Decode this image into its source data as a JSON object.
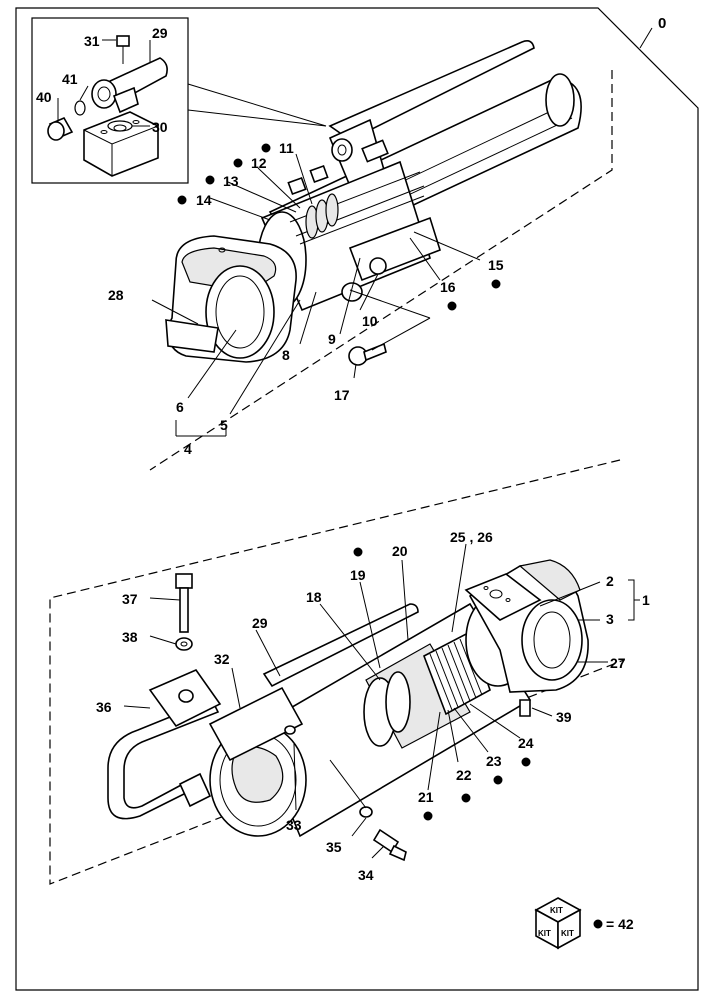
{
  "figure_number": "0",
  "labels": {
    "l1": "1",
    "l2": "2",
    "l3": "3",
    "l4": "4",
    "l5": "5",
    "l6": "6",
    "l8": "8",
    "l9": "9",
    "l10": "10",
    "l11": "11",
    "l12": "12",
    "l13": "13",
    "l14": "14",
    "l15": "15",
    "l16": "16",
    "l17": "17",
    "l18": "18",
    "l19": "19",
    "l20": "20",
    "l21": "21",
    "l22": "22",
    "l23": "23",
    "l24": "24",
    "l25_26": "25 , 26",
    "l27": "27",
    "l28": "28",
    "l29a": "29",
    "l29b": "29",
    "l30": "30",
    "l31": "31",
    "l32": "32",
    "l33": "33",
    "l34": "34",
    "l35": "35",
    "l36": "36",
    "l37": "37",
    "l38": "38",
    "l39": "39",
    "l40": "40",
    "l41": "41"
  },
  "kit": {
    "icon_text_top": "KIT",
    "icon_text_left": "KIT",
    "icon_text_right": "KIT",
    "legend": "= 42"
  }
}
